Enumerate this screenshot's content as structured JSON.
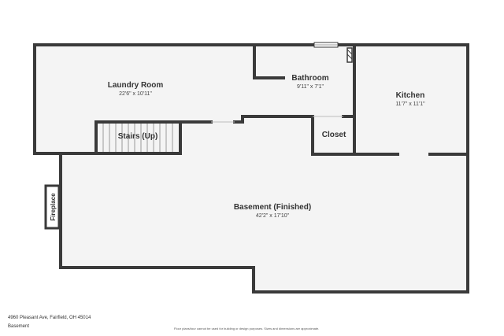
{
  "colors": {
    "wall": "#3a3a3a",
    "floor": "#f4f4f4",
    "window": "#e8e8e8",
    "label": "#333333"
  },
  "rooms": {
    "laundry": {
      "name": "Laundry Room",
      "dims": "22'6\" x 10'11\""
    },
    "bathroom": {
      "name": "Bathroom",
      "dims": "9'11\" x 7'1\""
    },
    "kitchen": {
      "name": "Kitchen",
      "dims": "11'7\" x 11'1\""
    },
    "stairs": {
      "name": "Stairs (Up)"
    },
    "closet": {
      "name": "Closet"
    },
    "basement": {
      "name": "Basement (Finished)",
      "dims": "42'2\" x 17'10\""
    },
    "fireplace": {
      "name": "Fireplace"
    }
  },
  "footer": {
    "address": "4960 Pleasant Ave, Fairfield, OH 45014",
    "level": "Basement",
    "disclaimer": "Floor plans/tour cannot be used for building or design purposes. Sizes and dimensions are approximate."
  }
}
